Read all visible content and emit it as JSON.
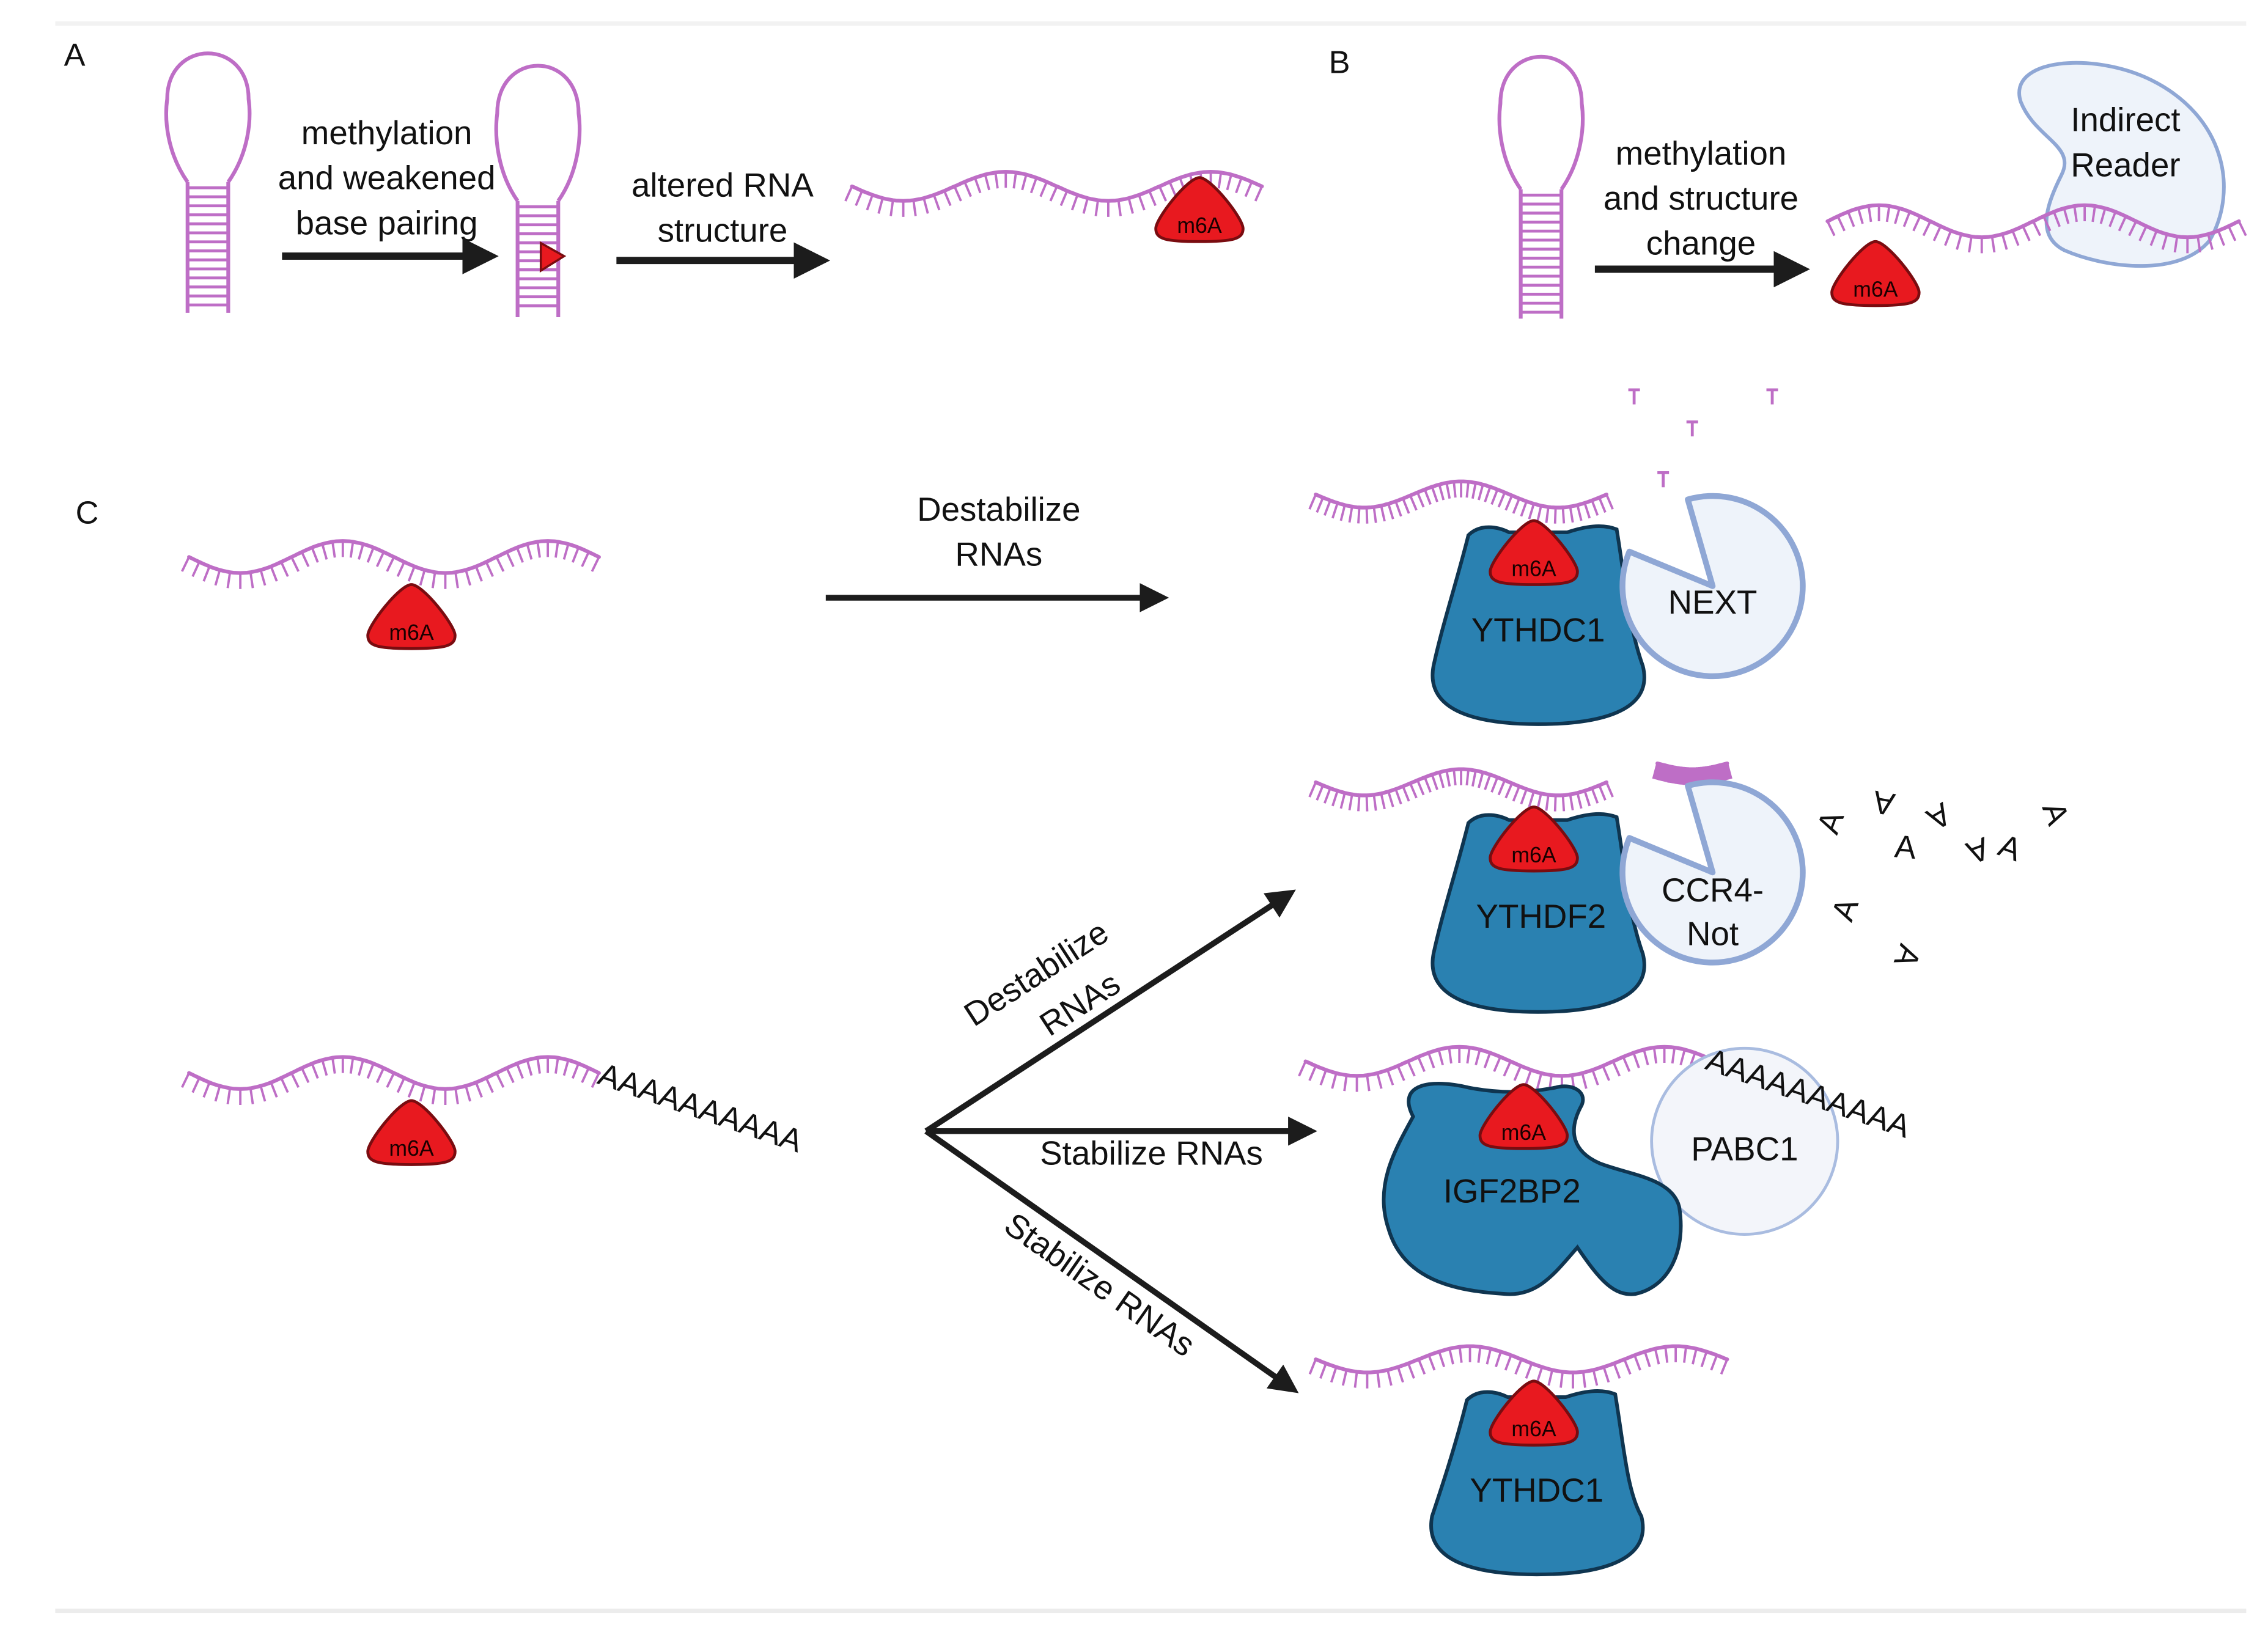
{
  "figure": {
    "colors": {
      "rna": "#BE6EC6",
      "m6a_fill": "#E8191F",
      "m6a_stroke": "#7a0c10",
      "protein_fill": "#2A81B1",
      "protein_stroke": "#0f3550",
      "complex_fill": "#EEF3FA",
      "complex_stroke": "#8FA7D5",
      "arrow": "#1c1c1c",
      "rule": "#eeeeee"
    },
    "panels": {
      "a": {
        "label": "A",
        "step1": [
          "methylation",
          "and weakened",
          "base pairing"
        ],
        "step2": [
          "altered RNA",
          "structure"
        ],
        "tag": "m6A"
      },
      "b": {
        "label": "B",
        "step": [
          "methylation",
          "and structure",
          "change"
        ],
        "tag": "m6A",
        "reader": [
          "Indirect",
          "Reader"
        ]
      },
      "c": {
        "label": "C",
        "top": {
          "tag": "m6A",
          "arrow_label": [
            "Destabilize",
            "RNAs"
          ],
          "reader": "YTHDC1",
          "reader_tag": "m6A",
          "complex": "NEXT"
        },
        "bottom": {
          "tag": "m6A",
          "poly_a": "AAAAAAAAAA",
          "branches": [
            {
              "arrow_label": [
                "Destabilize",
                "RNAs"
              ],
              "reader": "YTHDF2",
              "reader_tag": "m6A",
              "complex": [
                "CCR4-",
                "Not"
              ],
              "released": [
                "A",
                "A",
                "A",
                "A",
                "A",
                "A",
                "A",
                "A",
                "A"
              ]
            },
            {
              "arrow_label": [
                "Stabilize RNAs"
              ],
              "reader": "IGF2BP2",
              "reader_tag": "m6A",
              "complex": "PABC1",
              "poly_a": "AAAAAAAAAA"
            },
            {
              "arrow_label": [
                "Stabilize RNAs"
              ],
              "reader": "YTHDC1",
              "reader_tag": "m6A"
            }
          ]
        }
      }
    }
  }
}
